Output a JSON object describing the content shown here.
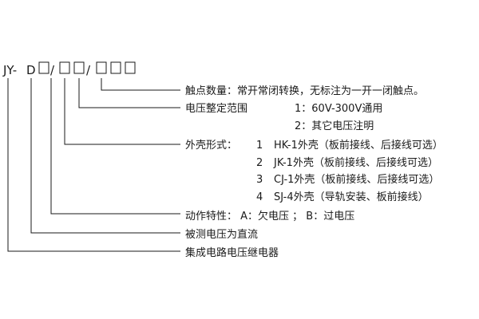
{
  "model": {
    "prefix": "JY-",
    "letter": "D",
    "slash": "/"
  },
  "labels": {
    "contacts": "触点数量：常开常闭转换，无标注为一开一闭触点。",
    "voltage_range_title": "电压整定范围",
    "voltage_range_1": "1：60V-300V通用",
    "voltage_range_2": "2：其它电压注明",
    "housing_title": "外壳形式：",
    "housing_1_num": "1",
    "housing_1_text": "HK-1外壳（板前接线、后接线可选）",
    "housing_2_num": "2",
    "housing_2_text": "JK-1外壳（板前接线、后接线可选）",
    "housing_3_num": "3",
    "housing_3_text": "CJ-1外壳（板前接线、后接线可选）",
    "housing_4_num": "4",
    "housing_4_text": "SJ-4外壳（导轨安装、板前接线）",
    "action": "动作特性： A：欠电压 ； B：过电压",
    "dc": "被测电压为直流",
    "series": "集成电路电压继电器"
  }
}
